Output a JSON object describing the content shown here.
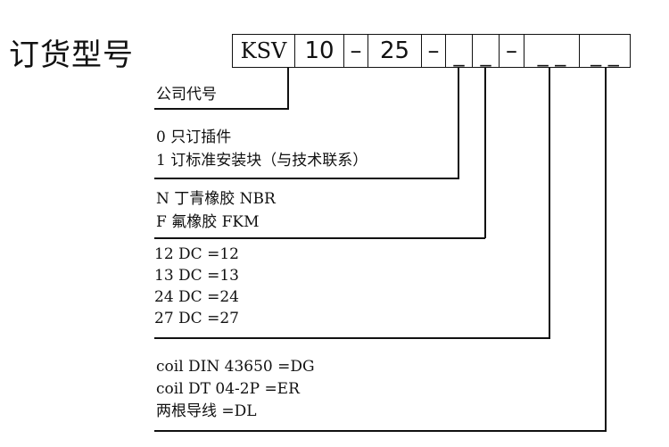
{
  "title": "订货型号",
  "code_cells": [
    "KSV",
    "10",
    "–",
    "25",
    "–",
    "_",
    "_",
    "–",
    "_ _",
    "_ _"
  ],
  "sections": {
    "company_code": "公司代号",
    "option_0": "0  只订插件",
    "option_1": "1  订标准安装块（与技术联系）",
    "seal_n": "N  丁青橡胶 NBR",
    "seal_f": "F  氟橡胶   FKM",
    "voltage_12": "12 DC      =12",
    "voltage_13": "13 DC      =13",
    "voltage_24": "24 DC       =24",
    "voltage_27": "27 DC       =27",
    "conn_din": "coil DIN 43650      =DG",
    "conn_dt": "coil DT 04-2P       =ER",
    "conn_wire": "两根导线              =DL"
  }
}
